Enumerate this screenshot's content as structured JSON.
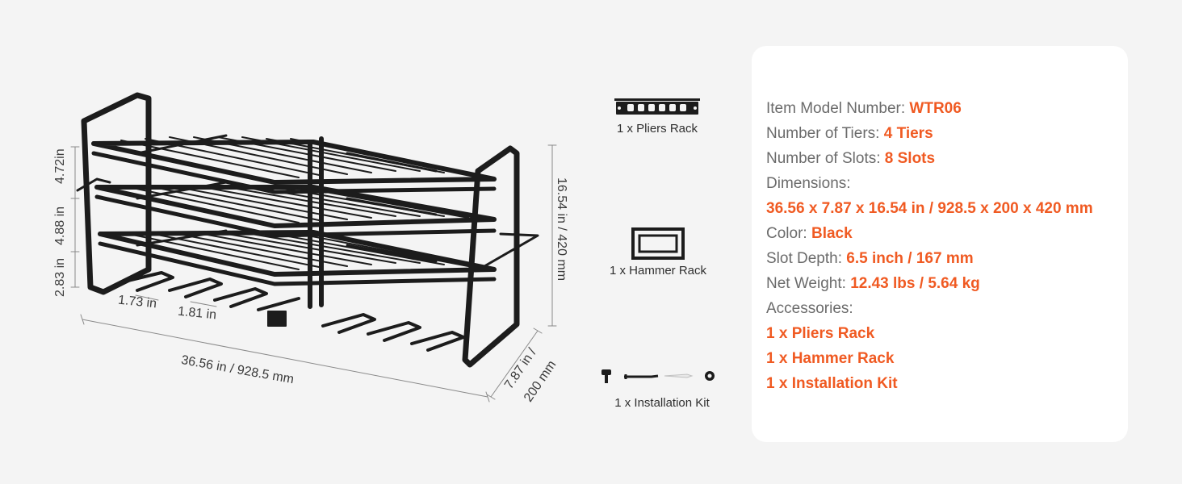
{
  "colors": {
    "accent": "#f05a22",
    "label": "#6b6b6b",
    "background": "#f4f4f4",
    "card": "#ffffff",
    "product": "#1c1c1c"
  },
  "dimensions": {
    "tier_top": "4.72in",
    "tier_mid": "4.88 in",
    "tier_bottom": "2.83 in",
    "height": "16.54 in  / 420 mm",
    "slot_a": "1.73 in",
    "slot_b": "1.81 in",
    "length": "36.56 in  / 928.5 mm",
    "depth_a": "7.87 in /",
    "depth_b": "200 mm"
  },
  "accessories": {
    "pliers": {
      "label": "1 x Pliers Rack",
      "icon": "pliers-rack-icon"
    },
    "hammer": {
      "label": "1 x Hammer Rack",
      "icon": "hammer-rack-icon"
    },
    "kit": {
      "label": "1 x Installation Kit",
      "icon": "installation-kit-icon"
    }
  },
  "specs": {
    "model": {
      "label": "Item Model Number: ",
      "value": "WTR06"
    },
    "tiers": {
      "label": "Number of Tiers: ",
      "value": "4 Tiers"
    },
    "slots": {
      "label": "Number of Slots: ",
      "value": "8 Slots"
    },
    "dimensions_label": "Dimensions:",
    "dimensions_value": "36.56 x 7.87 x 16.54 in / 928.5 x 200 x 420 mm",
    "color": {
      "label": "Color: ",
      "value": "Black"
    },
    "slot_depth": {
      "label": "Slot Depth: ",
      "value": "6.5 inch / 167 mm"
    },
    "weight": {
      "label": "Net Weight: ",
      "value": "12.43 lbs / 5.64 kg"
    },
    "accessories_label": "Accessories:",
    "accessories_items": [
      "1 x Pliers Rack",
      "1 x Hammer Rack",
      "1 x Installation Kit"
    ]
  }
}
